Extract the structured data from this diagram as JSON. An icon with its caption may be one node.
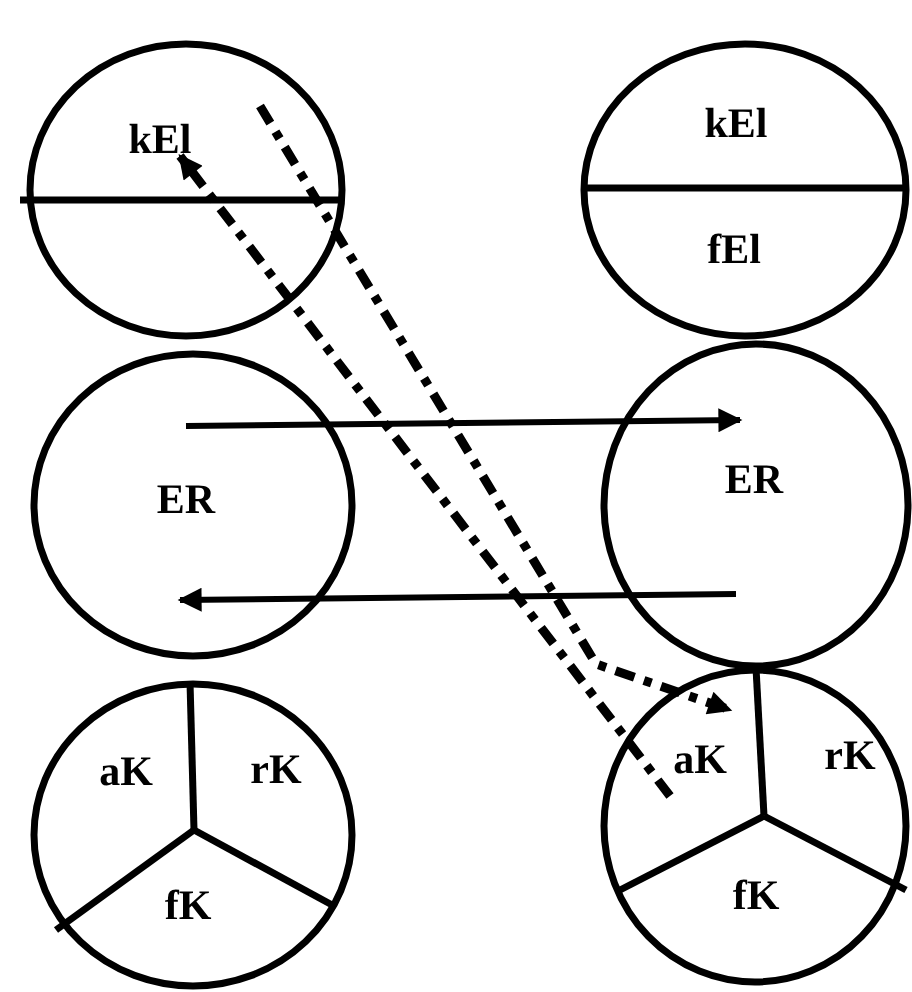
{
  "diagram": {
    "nodes": [
      {
        "text": [
          "kEl"
        ]
      },
      {
        "text": [
          "kEl",
          "fEl"
        ]
      },
      {
        "text": [
          "ER"
        ]
      },
      {
        "text": [
          "ER"
        ]
      },
      {
        "text": [
          "aK",
          "rK",
          "fK"
        ]
      },
      {
        "text": [
          "aK",
          "rK",
          "fK"
        ]
      }
    ],
    "edges": [
      {
        "from": 2,
        "to": 3,
        "arrow": "to"
      },
      {
        "from": 3,
        "to": 2,
        "arrow": "to"
      },
      {
        "from": 0,
        "to": 5,
        "arrow": "to",
        "style": "dashed"
      },
      {
        "from": 5,
        "to": 0,
        "arrow": "to",
        "style": "dashed"
      }
    ]
  }
}
